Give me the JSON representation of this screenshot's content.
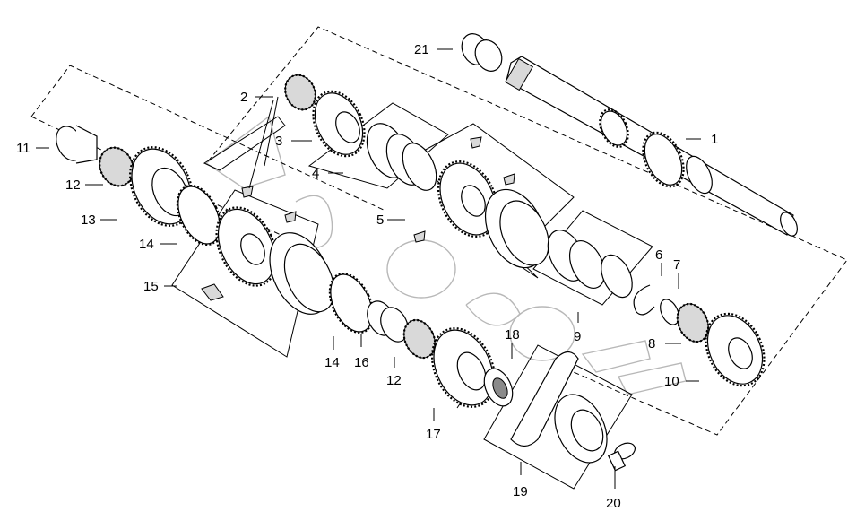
{
  "diagram": {
    "callouts": [
      {
        "id": "1",
        "label": "1"
      },
      {
        "id": "2",
        "label": "2"
      },
      {
        "id": "3",
        "label": "3"
      },
      {
        "id": "4",
        "label": "4"
      },
      {
        "id": "5",
        "label": "5"
      },
      {
        "id": "6",
        "label": "6"
      },
      {
        "id": "7",
        "label": "7"
      },
      {
        "id": "8",
        "label": "8"
      },
      {
        "id": "9",
        "label": "9"
      },
      {
        "id": "10",
        "label": "10"
      },
      {
        "id": "11",
        "label": "11"
      },
      {
        "id": "12a",
        "label": "12"
      },
      {
        "id": "12b",
        "label": "12"
      },
      {
        "id": "13",
        "label": "13"
      },
      {
        "id": "14a",
        "label": "14"
      },
      {
        "id": "14b",
        "label": "14"
      },
      {
        "id": "15",
        "label": "15"
      },
      {
        "id": "16",
        "label": "16"
      },
      {
        "id": "17",
        "label": "17"
      },
      {
        "id": "18",
        "label": "18"
      },
      {
        "id": "19",
        "label": "19"
      },
      {
        "id": "20",
        "label": "20"
      },
      {
        "id": "21",
        "label": "21"
      }
    ],
    "watermark_icon": "autosoft-watermark",
    "colors": {
      "line": "#000000",
      "watermark": "#b8b8b8",
      "background": "#ffffff"
    }
  }
}
